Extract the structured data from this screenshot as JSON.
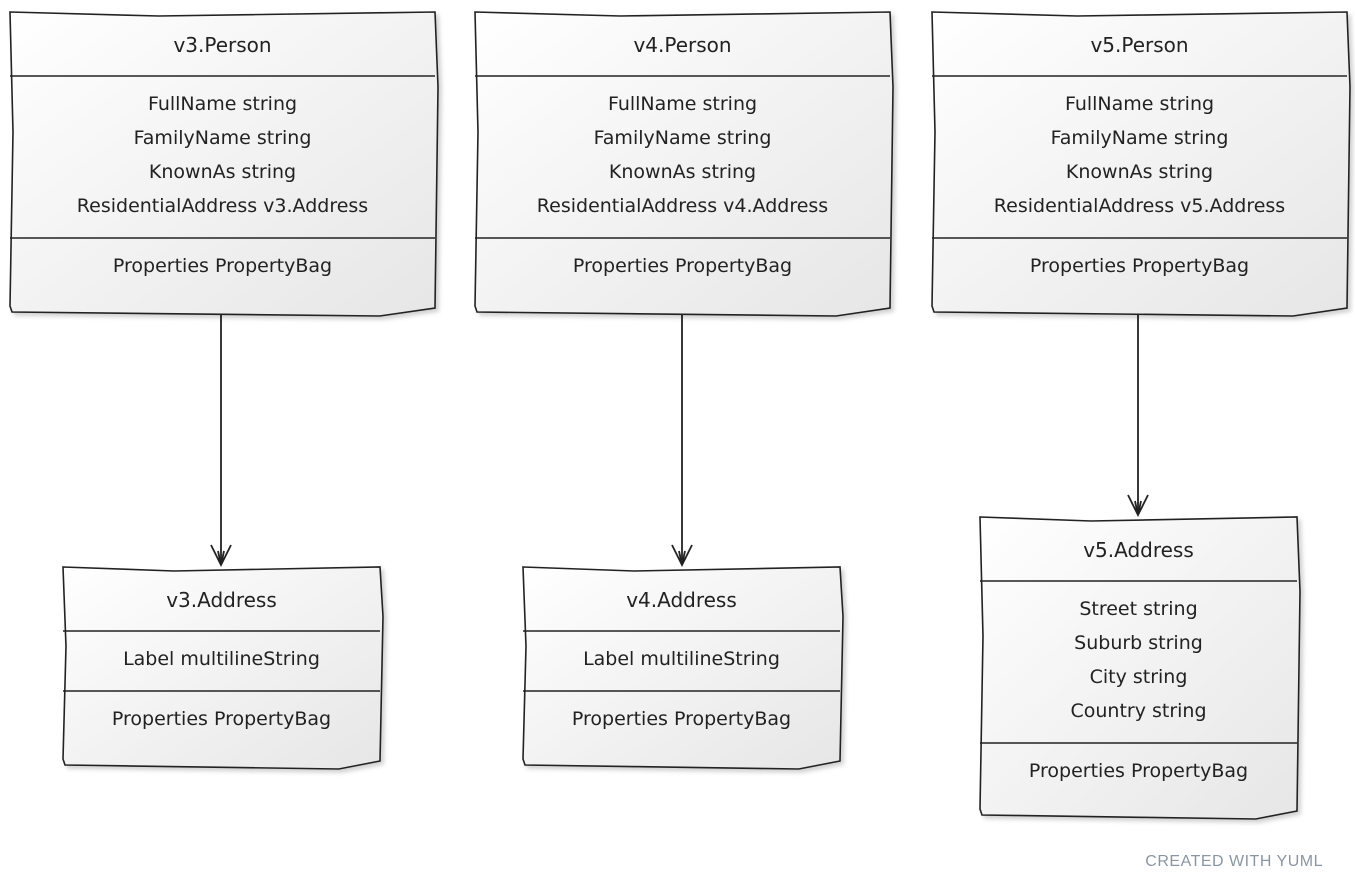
{
  "diagram": {
    "classes": [
      {
        "id": "v3-person",
        "title": "v3.Person",
        "fields": [
          "FullName string",
          "FamilyName string",
          "KnownAs string",
          "ResidentialAddress v3.Address"
        ],
        "methods": [
          "Properties PropertyBag"
        ]
      },
      {
        "id": "v4-person",
        "title": "v4.Person",
        "fields": [
          "FullName string",
          "FamilyName string",
          "KnownAs string",
          "ResidentialAddress v4.Address"
        ],
        "methods": [
          "Properties PropertyBag"
        ]
      },
      {
        "id": "v5-person",
        "title": "v5.Person",
        "fields": [
          "FullName string",
          "FamilyName string",
          "KnownAs string",
          "ResidentialAddress v5.Address"
        ],
        "methods": [
          "Properties PropertyBag"
        ]
      },
      {
        "id": "v3-address",
        "title": "v3.Address",
        "fields": [
          "Label multilineString"
        ],
        "methods": [
          "Properties PropertyBag"
        ]
      },
      {
        "id": "v4-address",
        "title": "v4.Address",
        "fields": [
          "Label multilineString"
        ],
        "methods": [
          "Properties PropertyBag"
        ]
      },
      {
        "id": "v5-address",
        "title": "v5.Address",
        "fields": [
          "Street string",
          "Suburb string",
          "City string",
          "Country string"
        ],
        "methods": [
          "Properties PropertyBag"
        ]
      }
    ],
    "edges": [
      {
        "from": "v3-person",
        "to": "v3-address"
      },
      {
        "from": "v4-person",
        "to": "v4-address"
      },
      {
        "from": "v5-person",
        "to": "v5-address"
      }
    ]
  },
  "footer": {
    "credit": "CREATED WITH YUML"
  }
}
